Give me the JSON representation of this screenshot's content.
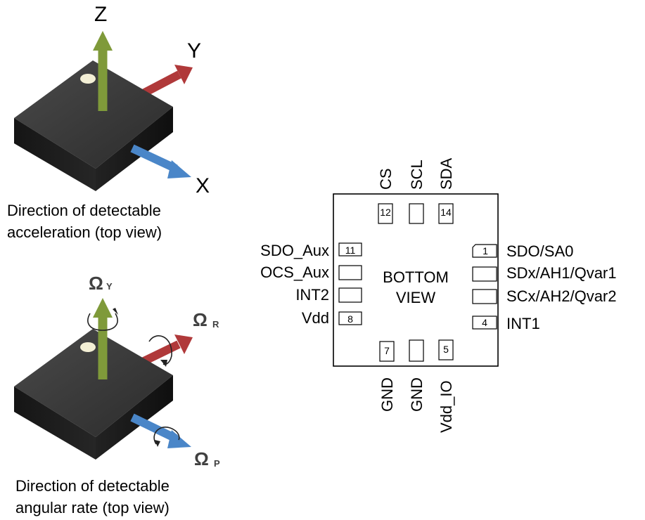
{
  "accel": {
    "axes": {
      "z": "Z",
      "y": "Y",
      "x": "X"
    },
    "caption_line1": "Direction of detectable",
    "caption_line2": "acceleration (top view)"
  },
  "gyro": {
    "omega": "Ω",
    "axes": {
      "y_sub": "Y",
      "r_sub": "R",
      "p_sub": "P"
    },
    "caption_line1": "Direction of detectable",
    "caption_line2": "angular rate (top view)"
  },
  "package": {
    "center_line1": "BOTTOM",
    "center_line2": "VIEW",
    "top_pins": [
      {
        "label": "CS",
        "number": "12"
      },
      {
        "label": "SCL",
        "number": ""
      },
      {
        "label": "SDA",
        "number": "14"
      }
    ],
    "bottom_pins": [
      {
        "label": "GND",
        "number": "7"
      },
      {
        "label": "GND",
        "number": ""
      },
      {
        "label": "Vdd_IO",
        "number": "5"
      }
    ],
    "left_pins": [
      {
        "label": "SDO_Aux",
        "number": "11"
      },
      {
        "label": "OCS_Aux",
        "number": ""
      },
      {
        "label": "INT2",
        "number": ""
      },
      {
        "label": "Vdd",
        "number": "8"
      }
    ],
    "right_pins": [
      {
        "label": "SDO/SA0",
        "number": "1"
      },
      {
        "label": "SDx/AH1/Qvar1",
        "number": ""
      },
      {
        "label": "SCx/AH2/Qvar2",
        "number": ""
      },
      {
        "label": "INT1",
        "number": "4"
      }
    ]
  },
  "colors": {
    "z_arrow": "#7f9a3a",
    "y_arrow": "#b0393a",
    "x_arrow": "#4a86c8",
    "chip_top": "#3a3a3a",
    "chip_side": "#1c1c1c",
    "dot": "#f3efd5"
  }
}
